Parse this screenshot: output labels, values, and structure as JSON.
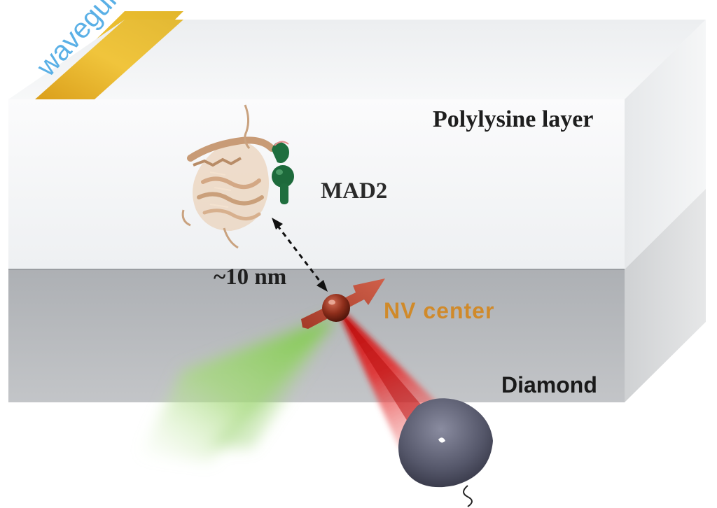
{
  "labels": {
    "waveguide": "waveguide",
    "polylysine": "Polylysine layer",
    "mad2": "MAD2",
    "distance": "~10 nm",
    "nv_center": "NV center",
    "diamond": "Diamond"
  },
  "colors": {
    "polylysine_layer": "#f4f5f6",
    "diamond_layer": "#b6b8bb",
    "waveguide": "#e3ac1c",
    "protein": "#d6b190",
    "spin_label": "#1f6e3e",
    "nv_center": "#8b2d1a",
    "green_laser": "#8fd15a",
    "red_fluorescence": "#d92020",
    "detector": "#55566a"
  }
}
